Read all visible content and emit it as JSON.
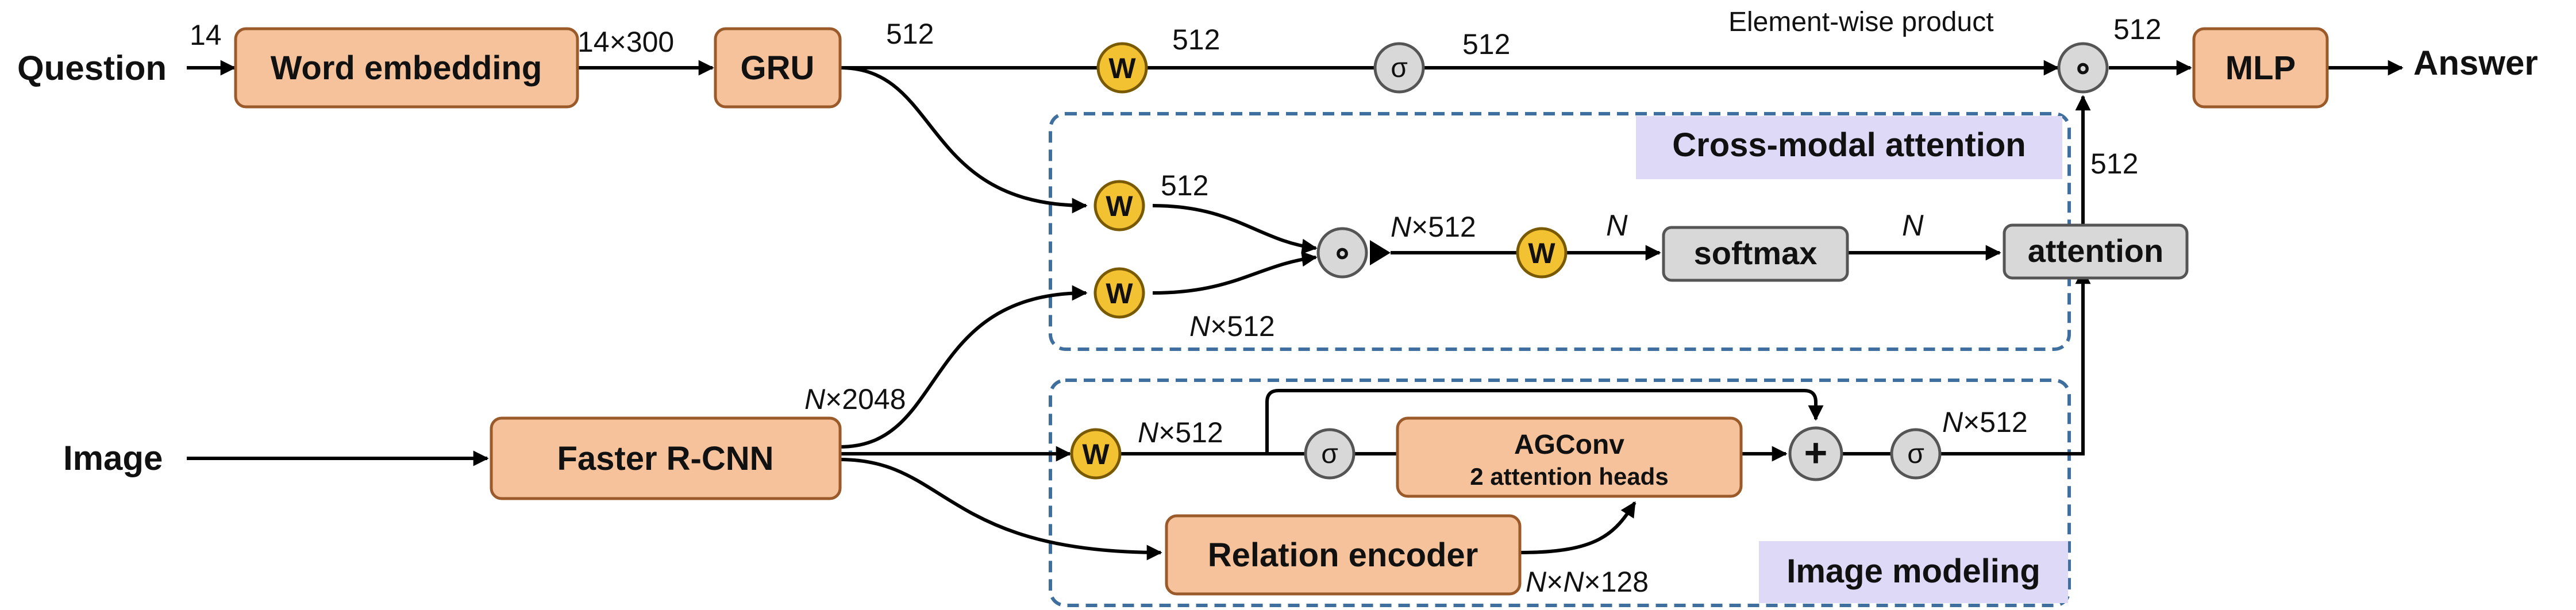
{
  "colors": {
    "orange_fill": "#f5c29b",
    "orange_stroke": "#9a5a2a",
    "gray_fill": "#d8d8d8",
    "gray_stroke": "#555555",
    "yellow_fill": "#f3c232",
    "region_stroke": "#3e6f9e",
    "region_label_bg": "#ddd9f7"
  },
  "inputs": {
    "question": "Question",
    "image": "Image"
  },
  "output": {
    "answer": "Answer"
  },
  "nodes": {
    "word_embedding": "Word embedding",
    "gru": "GRU",
    "mlp": "MLP",
    "softmax": "softmax",
    "attention": "attention",
    "faster_rcnn": "Faster R-CNN",
    "agconv_line1": "AGConv",
    "agconv_line2": "2 attention heads",
    "relation_encoder": "Relation encoder"
  },
  "symbols": {
    "w": "W",
    "sigma": "σ",
    "dot": "∘",
    "plus": "+"
  },
  "regions": {
    "cross_modal": "Cross-modal attention",
    "image_modeling": "Image modeling"
  },
  "edge_labels": {
    "q_14": "14",
    "emb_out": "14×300",
    "gru_out": "512",
    "w_top_out": "512",
    "sigma_top_out": "512",
    "element_wise": "Element-wise product",
    "prod_out": "512",
    "att_up": "512",
    "w_cm1_out": "512",
    "w_cm2_out_n": "N",
    "w_cm2_out_rest": "×512",
    "dot_out_n": "N",
    "dot_out_rest": "×512",
    "wcm3_out": "N",
    "softmax_out": "N",
    "frcnn_out_n": "N",
    "frcnn_out_rest": "×2048",
    "w_img_out_n": "N",
    "w_img_out_rest": "×512",
    "sigma_img_out_n": "N",
    "sigma_img_out_rest": "×512",
    "rel_out_n1": "N",
    "rel_out_mid": "×",
    "rel_out_n2": "N",
    "rel_out_rest": "×128"
  }
}
